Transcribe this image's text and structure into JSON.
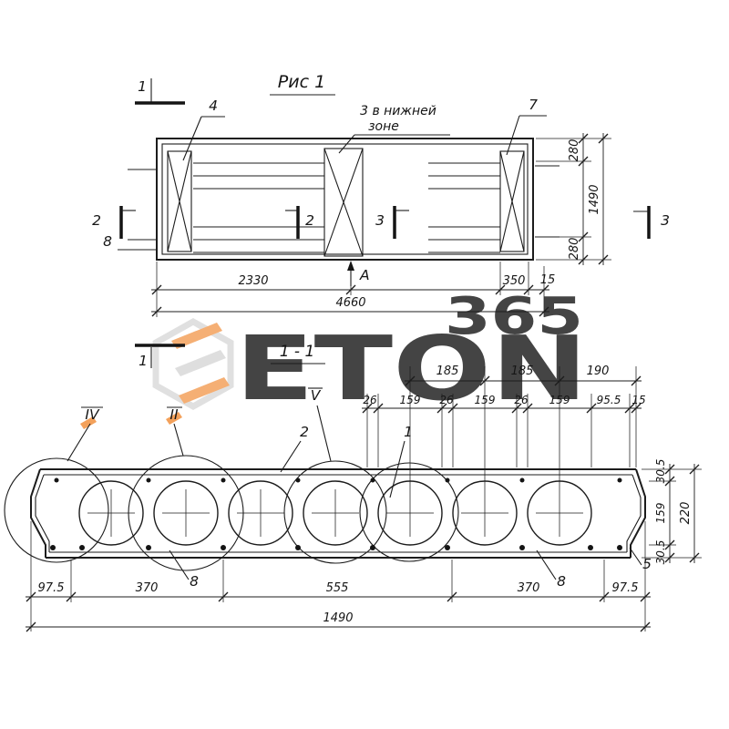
{
  "watermark": {
    "number": "365",
    "brand": "ETON",
    "orange": "#F08A33",
    "grey": "#D7D7D7"
  },
  "plan": {
    "fig_title": "Рис 1",
    "cut_top": "1",
    "pos4": "4",
    "note1": "3 в нижней",
    "note2": "зоне",
    "pos7": "7",
    "cut2_left": "2",
    "pos8": "8",
    "cut2_mid": "2",
    "cut3_mid": "3",
    "cut3_right": "3",
    "point_a": "А",
    "dim_2330": "2330",
    "dim_350": "350",
    "dim_15": "15",
    "dim_4660": "4660",
    "dim_280_top": "280",
    "dim_1490": "1490",
    "dim_280_bot": "280"
  },
  "section": {
    "title": "1 - 1",
    "cut": "1",
    "detail_iv": "IV",
    "detail_ii": "II",
    "detail_v": "V",
    "pos2": "2",
    "pos1": "1",
    "pos8_left": "8",
    "pos8_right": "8",
    "pos5": "5",
    "dims_top1": [
      "185",
      "185",
      "190"
    ],
    "dims_top2": [
      "26",
      "159",
      "26",
      "159",
      "26",
      "159",
      "95.5",
      "15"
    ],
    "dims_right": [
      "30.5",
      "159",
      "30.5"
    ],
    "dim_right_total": "220",
    "dims_bottom": [
      "97.5",
      "370",
      "555",
      "370",
      "97.5"
    ],
    "dim_total": "1490"
  }
}
